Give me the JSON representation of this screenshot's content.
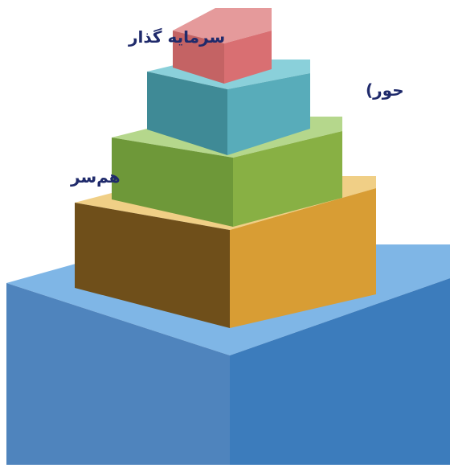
{
  "labels": {
    "top_clipped": "سرمایه گذار",
    "right_clipped": "حور)",
    "left_clipped": "هم‌سر"
  },
  "colors": {
    "tier1_top": "#e59a9b",
    "tier1_left": "#c46364",
    "tier1_right": "#d96f72",
    "tier2_top": "#8ad0da",
    "tier2_left": "#3f8a96",
    "tier2_right": "#58acba",
    "tier3_top": "#b5d78c",
    "tier3_left": "#6e9839",
    "tier3_right": "#88b044",
    "tier4_top": "#f0cf86",
    "tier4_left": "#6f4f1a",
    "tier4_right": "#d89d34",
    "tier5_top": "#7fb6e6",
    "tier5_left": "#4f84bd",
    "tier5_right": "#3c7cbc",
    "label_text": "#1f2a6b"
  }
}
